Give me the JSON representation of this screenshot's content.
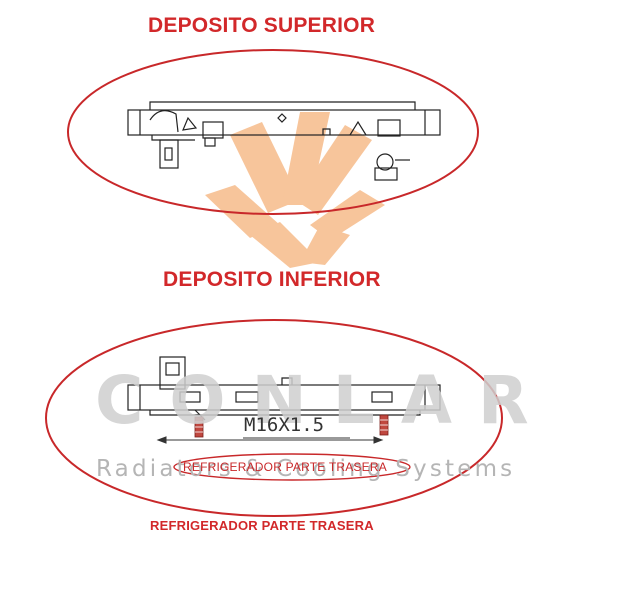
{
  "labels": {
    "upper_tank": "DEPOSITO SUPERIOR",
    "lower_tank": "DEPOSITO INFERIOR",
    "rear_cooler": "REFRIGERADOR PARTE TRASERA",
    "rear_cooler_oval": "REFRIGERADOR PARTE TRASERA",
    "thread_spec": "M16X1.5"
  },
  "watermark": {
    "brand": "CONLAR",
    "tagline": "Radiators & Cooling Systems"
  },
  "colors": {
    "highlight": "#d2282a",
    "watermark_logo": "#f5b27a",
    "watermark_text": "#c8c8c8"
  }
}
